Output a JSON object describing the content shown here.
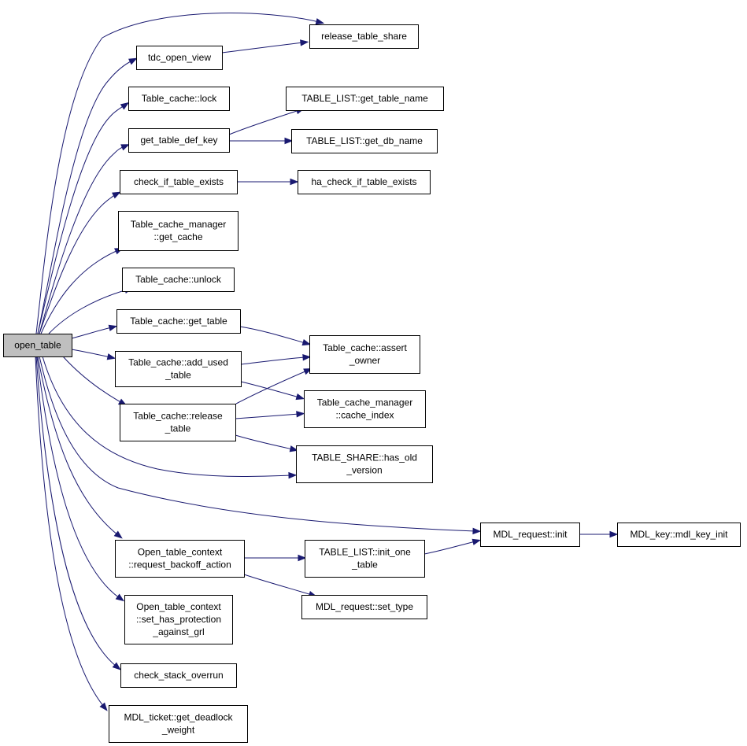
{
  "diagram": {
    "nodes": [
      {
        "id": "open_table",
        "lines": [
          "open_table"
        ],
        "root": true
      },
      {
        "id": "release_table_share",
        "lines": [
          "release_table_share"
        ]
      },
      {
        "id": "tdc_open_view",
        "lines": [
          "tdc_open_view"
        ]
      },
      {
        "id": "table_cache_lock",
        "lines": [
          "Table_cache::lock"
        ]
      },
      {
        "id": "get_table_name",
        "lines": [
          "TABLE_LIST::get_table_name"
        ]
      },
      {
        "id": "get_table_def_key",
        "lines": [
          "get_table_def_key"
        ]
      },
      {
        "id": "get_db_name",
        "lines": [
          "TABLE_LIST::get_db_name"
        ]
      },
      {
        "id": "check_if_table_exists",
        "lines": [
          "check_if_table_exists"
        ]
      },
      {
        "id": "ha_check_if_table_exists",
        "lines": [
          "ha_check_if_table_exists"
        ]
      },
      {
        "id": "get_cache",
        "lines": [
          "Table_cache_manager",
          "::get_cache"
        ]
      },
      {
        "id": "table_cache_unlock",
        "lines": [
          "Table_cache::unlock"
        ]
      },
      {
        "id": "get_table",
        "lines": [
          "Table_cache::get_table"
        ]
      },
      {
        "id": "assert_owner",
        "lines": [
          "Table_cache::assert",
          "_owner"
        ]
      },
      {
        "id": "add_used_table",
        "lines": [
          "Table_cache::add_used",
          "_table"
        ]
      },
      {
        "id": "cache_index",
        "lines": [
          "Table_cache_manager",
          "::cache_index"
        ]
      },
      {
        "id": "release_table",
        "lines": [
          "Table_cache::release",
          "_table"
        ]
      },
      {
        "id": "has_old_version",
        "lines": [
          "TABLE_SHARE::has_old",
          "_version"
        ]
      },
      {
        "id": "mdl_request_init",
        "lines": [
          "MDL_request::init"
        ]
      },
      {
        "id": "mdl_key_init",
        "lines": [
          "MDL_key::mdl_key_init"
        ]
      },
      {
        "id": "request_backoff_action",
        "lines": [
          "Open_table_context",
          "::request_backoff_action"
        ]
      },
      {
        "id": "init_one_table",
        "lines": [
          "TABLE_LIST::init_one",
          "_table"
        ]
      },
      {
        "id": "set_type",
        "lines": [
          "MDL_request::set_type"
        ]
      },
      {
        "id": "set_has_protection",
        "lines": [
          "Open_table_context",
          "::set_has_protection",
          "_against_grl"
        ]
      },
      {
        "id": "check_stack_overrun",
        "lines": [
          "check_stack_overrun"
        ]
      },
      {
        "id": "get_deadlock_weight",
        "lines": [
          "MDL_ticket::get_deadlock",
          "_weight"
        ]
      }
    ],
    "edges": [
      {
        "from": "open_table",
        "to": "release_table_share"
      },
      {
        "from": "open_table",
        "to": "tdc_open_view"
      },
      {
        "from": "tdc_open_view",
        "to": "release_table_share"
      },
      {
        "from": "open_table",
        "to": "table_cache_lock"
      },
      {
        "from": "open_table",
        "to": "get_table_def_key"
      },
      {
        "from": "get_table_def_key",
        "to": "get_table_name"
      },
      {
        "from": "get_table_def_key",
        "to": "get_db_name"
      },
      {
        "from": "open_table",
        "to": "check_if_table_exists"
      },
      {
        "from": "check_if_table_exists",
        "to": "ha_check_if_table_exists"
      },
      {
        "from": "open_table",
        "to": "get_cache"
      },
      {
        "from": "open_table",
        "to": "table_cache_unlock"
      },
      {
        "from": "open_table",
        "to": "get_table"
      },
      {
        "from": "get_table",
        "to": "assert_owner"
      },
      {
        "from": "open_table",
        "to": "add_used_table"
      },
      {
        "from": "add_used_table",
        "to": "assert_owner"
      },
      {
        "from": "add_used_table",
        "to": "cache_index"
      },
      {
        "from": "open_table",
        "to": "release_table"
      },
      {
        "from": "release_table",
        "to": "assert_owner"
      },
      {
        "from": "release_table",
        "to": "cache_index"
      },
      {
        "from": "release_table",
        "to": "has_old_version"
      },
      {
        "from": "open_table",
        "to": "has_old_version"
      },
      {
        "from": "open_table",
        "to": "mdl_request_init"
      },
      {
        "from": "mdl_request_init",
        "to": "mdl_key_init"
      },
      {
        "from": "open_table",
        "to": "request_backoff_action"
      },
      {
        "from": "request_backoff_action",
        "to": "init_one_table"
      },
      {
        "from": "init_one_table",
        "to": "mdl_request_init"
      },
      {
        "from": "request_backoff_action",
        "to": "set_type"
      },
      {
        "from": "open_table",
        "to": "set_has_protection"
      },
      {
        "from": "open_table",
        "to": "check_stack_overrun"
      },
      {
        "from": "open_table",
        "to": "get_deadlock_weight"
      }
    ]
  }
}
